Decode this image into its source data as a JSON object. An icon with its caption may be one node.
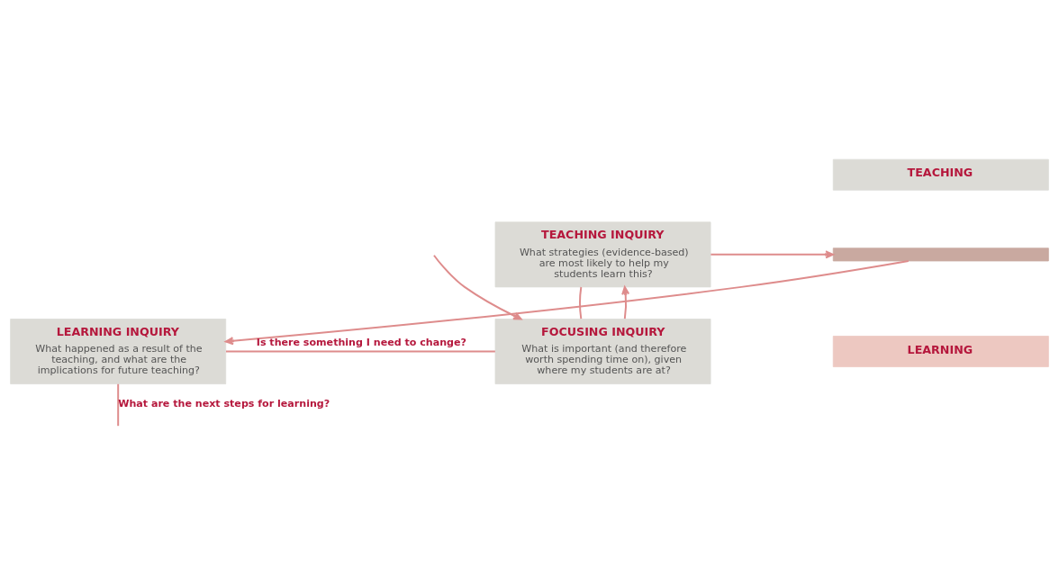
{
  "diagram": {
    "nodes": [
      {
        "text": [
          "TEACHING INQUIRY",
          "What strategies (evidence-based) are most likely to help my students learn this?"
        ]
      },
      {
        "text": [
          "TEACHING"
        ]
      },
      {
        "text": [],
        "shape": "bar"
      },
      {
        "text": [
          "LEARNING"
        ]
      },
      {
        "text": [
          "FOCUSING INQUIRY",
          "What is important (and therefore worth spending time on), given where my students are at?"
        ]
      },
      {
        "text": [
          "LEARNING INQUIRY",
          "What happened as a result of the teaching, and what are the implications for future teaching?"
        ]
      }
    ],
    "edges": [
      {
        "from": 0,
        "to": 2,
        "arrow": "to"
      },
      {
        "from": 2,
        "to": 5,
        "arrow": "to"
      },
      {
        "from": 0,
        "to": 4,
        "arrow": "none"
      },
      {
        "from": 4,
        "to": 0,
        "arrow": "to"
      },
      {
        "from": 5,
        "to": 4,
        "arrow": "none",
        "label": "Is there something I need to change?"
      },
      {
        "from": 5,
        "to": null,
        "arrow": "none",
        "label": "What are the next steps for learning?"
      },
      {
        "from": null,
        "to": 4,
        "arrow": "to"
      }
    ]
  }
}
